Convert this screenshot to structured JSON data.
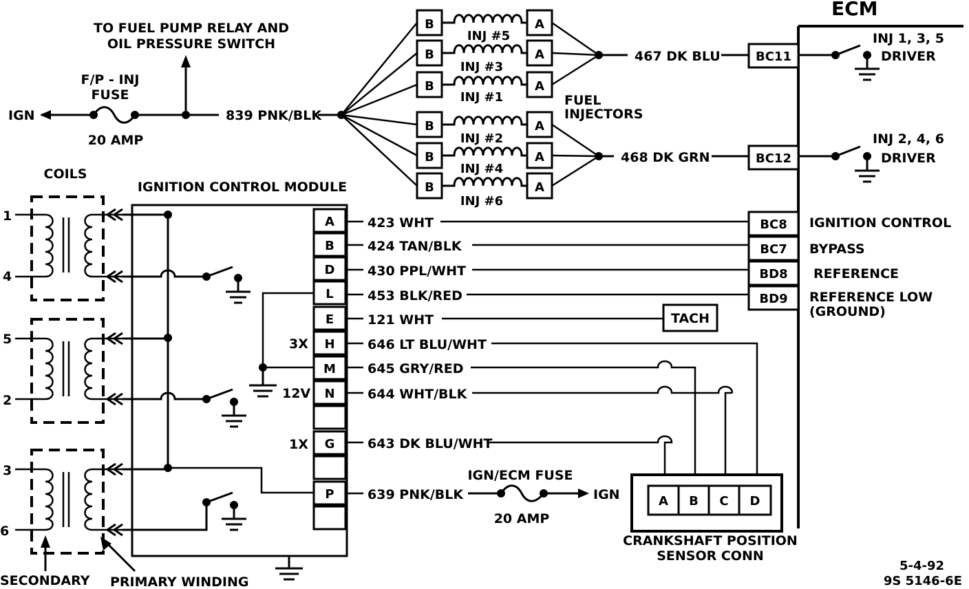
{
  "top": {
    "to_relay": "TO FUEL PUMP RELAY AND",
    "to_relay2": "OIL PRESSURE SWITCH",
    "fuse_name1": "F/P - INJ",
    "fuse_name2": "FUSE",
    "fuse_amp": "20  AMP",
    "ign": "IGN",
    "wire_839": "839 PNK/BLK"
  },
  "injectors": {
    "pin_b": "B",
    "pin_a": "A",
    "inj5": "INJ #5",
    "inj3": "INJ #3",
    "inj1": "INJ #1",
    "inj2": "INJ #2",
    "inj4": "INJ #4",
    "inj6": "INJ #6",
    "label1": "FUEL",
    "label2": "INJECTORS",
    "wire_467": "467 DK BLU",
    "wire_468": "468 DK GRN"
  },
  "ecm": {
    "title": "ECM",
    "bc11": "BC11",
    "bc12": "BC12",
    "drv1a": "INJ 1, 3, 5",
    "drv1b": "DRIVER",
    "drv2a": "INJ 2, 4, 6",
    "drv2b": "DRIVER",
    "bc8": "BC8",
    "bc7": "BC7",
    "bd8": "BD8",
    "bd9": "BD9",
    "lbl_ign": "IGNITION CONTROL",
    "lbl_bypass": "BYPASS",
    "lbl_ref": "REFERENCE",
    "lbl_reflow": "REFERENCE LOW",
    "lbl_ground": "(GROUND)"
  },
  "coils": {
    "title": "COILS",
    "n1": "1",
    "n4": "4",
    "n5": "5",
    "n2": "2",
    "n3": "3",
    "n6": "6",
    "secondary": "SECONDARY",
    "primary": "PRIMARY WINDING"
  },
  "icm": {
    "title": "IGNITION CONTROL MODULE",
    "pins": [
      "A",
      "B",
      "D",
      "L",
      "E",
      "H",
      "M",
      "N",
      "",
      "G",
      "",
      "P",
      ""
    ],
    "x3": "3X",
    "v12": "12V",
    "x1": "1X"
  },
  "wires": {
    "w423": "423 WHT",
    "w424": "424 TAN/BLK",
    "w430": "430 PPL/WHT",
    "w453": "453 BLK/RED",
    "w121": "121 WHT",
    "w646": "646 LT BLU/WHT",
    "w645": "645 GRY/RED",
    "w644": "644 WHT/BLK",
    "w643": "643 DK BLU/WHT",
    "w639": "639 PNK/BLK"
  },
  "tach": "TACH",
  "lower_fuse": {
    "name": "IGN/ECM FUSE",
    "amp": "20  AMP",
    "ign": "IGN"
  },
  "ckp": {
    "pins": [
      "A",
      "B",
      "C",
      "D"
    ],
    "label1": "CRANKSHAFT POSITION",
    "label2": "SENSOR CONN"
  },
  "footer": {
    "date": "5-4-92",
    "code": "9S 5146-6E"
  }
}
